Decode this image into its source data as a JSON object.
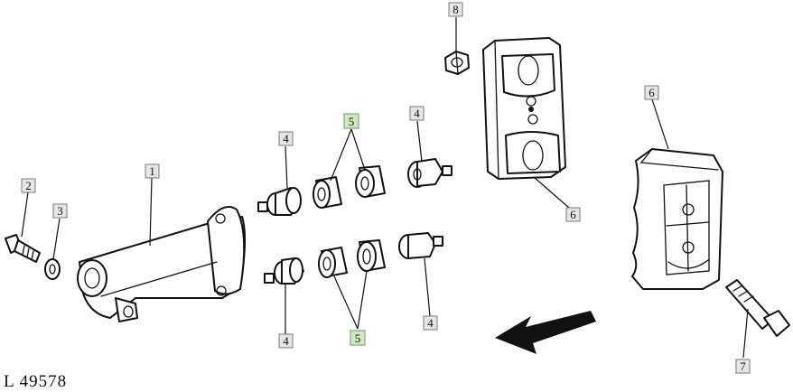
{
  "figure_code": "L 49578",
  "callouts": {
    "c1": "1",
    "c2": "2",
    "c3": "3",
    "c4a": "4",
    "c4b": "4",
    "c4c": "4",
    "c4d": "4",
    "c5a": "5",
    "c5b": "5",
    "c6a": "6",
    "c6b": "6",
    "c7": "7",
    "c8": "8"
  },
  "highlight_color": "#cfe9c2"
}
